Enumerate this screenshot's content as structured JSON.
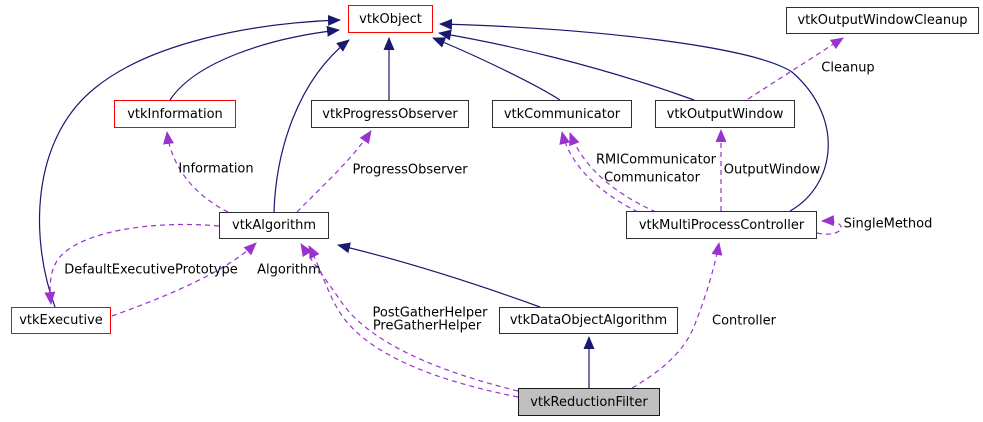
{
  "diagram": {
    "type": "collaboration-graph",
    "colors": {
      "inheritance_edge": "#191970",
      "usage_edge": "#9a32cd",
      "node_border": "#2e2e2e",
      "truncated_node_border": "#ff0000",
      "focus_node_fill": "#bfbfbf",
      "node_fill": "#ffffff",
      "text": "#000000",
      "background": "#ffffff"
    },
    "nodes": {
      "object": "vtkObject",
      "output_window_cleanup": "vtkOutputWindowCleanup",
      "information": "vtkInformation",
      "progress_observer": "vtkProgressObserver",
      "communicator": "vtkCommunicator",
      "output_window": "vtkOutputWindow",
      "algorithm": "vtkAlgorithm",
      "multi_process_controller": "vtkMultiProcessController",
      "executive": "vtkExecutive",
      "data_object_algorithm": "vtkDataObjectAlgorithm",
      "reduction_filter": "vtkReductionFilter"
    },
    "edge_labels": {
      "information": "Information",
      "progress_observer": "ProgressObserver",
      "rmi_communicator": "RMICommunicator",
      "communicator": "Communicator",
      "output_window": "OutputWindow",
      "cleanup": "Cleanup",
      "default_executive_prototype": "DefaultExecutivePrototype",
      "algorithm": "Algorithm",
      "post_gather_helper": "PostGatherHelper",
      "pre_gather_helper": "PreGatherHelper",
      "single_method": "SingleMethod",
      "controller": "Controller"
    }
  }
}
